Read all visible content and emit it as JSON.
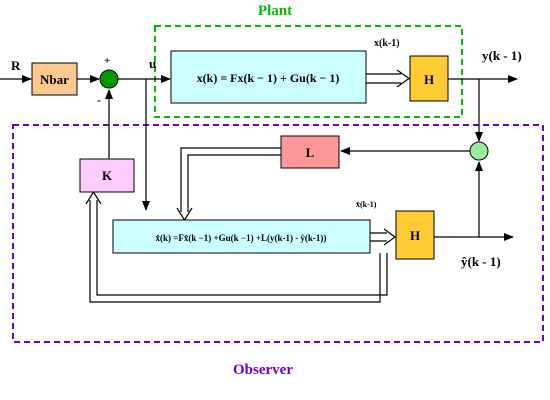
{
  "regions": {
    "plant_title": "Plant",
    "observer_title": "Observer",
    "plant_color": "#00bb00",
    "observer_color": "#6f00bf"
  },
  "blocks": {
    "nbar": "Nbar",
    "plant_eq": "x(k) = Fx(k − 1) + Gu(k − 1)",
    "h_plant": "H",
    "l": "L",
    "k": "K",
    "observer_eq": "x̂(k) =Fx̂(k −1) +Gu(k −1) +L(y(k-1) - ŷ(k-1))",
    "h_obs": "H"
  },
  "signals": {
    "r": "R",
    "u": "u",
    "plus": "+",
    "minus": "-",
    "x_km1": "x(k-1)",
    "y_km1": "y(k - 1)",
    "xhat_km1": "x̂(k-1)",
    "yhat_km1": "ŷ(k - 1)"
  },
  "colors": {
    "nbar_fill": "#fcc98f",
    "eq_fill": "#ccffff",
    "h_fill": "#ffcc33",
    "l_fill": "#ff9999",
    "k_fill": "#ffccff",
    "sum_fill": "#009900",
    "sum2_fill": "#99ee99"
  }
}
